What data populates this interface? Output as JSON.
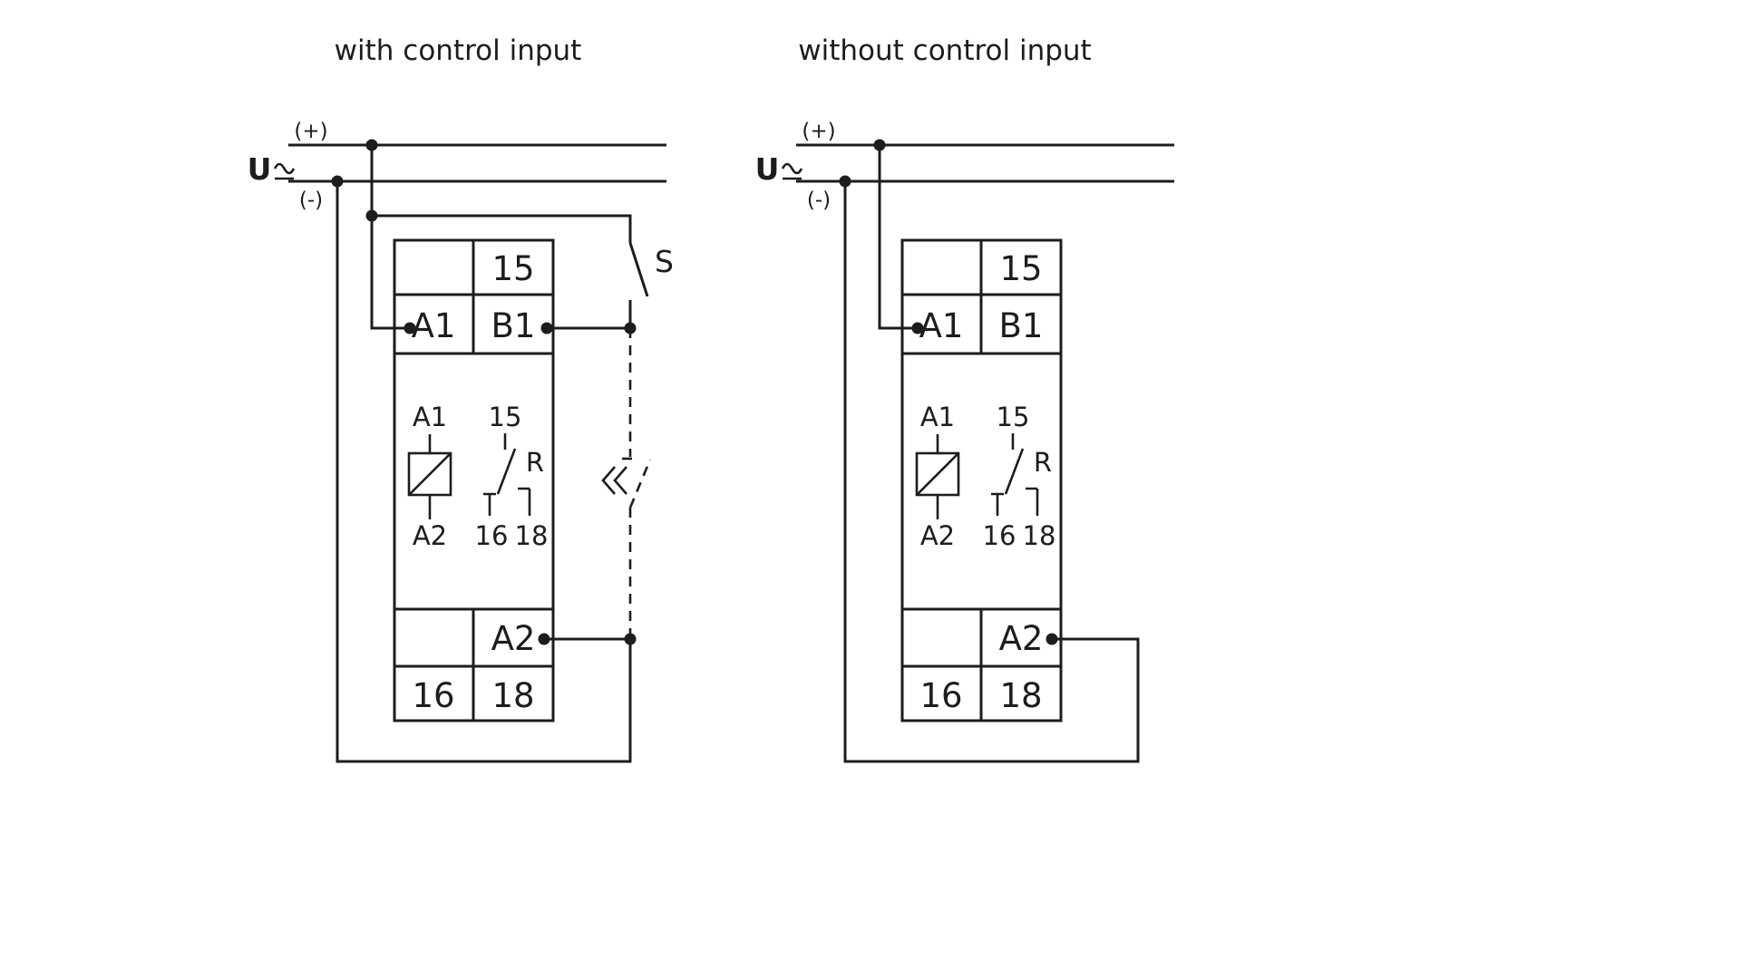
{
  "colors": {
    "ink": "#1d1d1b",
    "background": "#ffffff"
  },
  "titles": {
    "left": "with control input",
    "right": "without control input"
  },
  "supply": {
    "u_label": "U",
    "acdc_symbol": "≃",
    "plus_label": "(+)",
    "minus_label": "(-)"
  },
  "module": {
    "terminals": {
      "t15": "15",
      "a1": "A1",
      "b1": "B1",
      "a2": "A2",
      "t16": "16",
      "t18": "18"
    },
    "schematic": {
      "coil_top": "A1",
      "coil_bottom": "A2",
      "contact_common": "15",
      "contact_nc": "16",
      "contact_no": "18",
      "relay_label": "R"
    }
  },
  "control": {
    "switch_label": "S"
  }
}
